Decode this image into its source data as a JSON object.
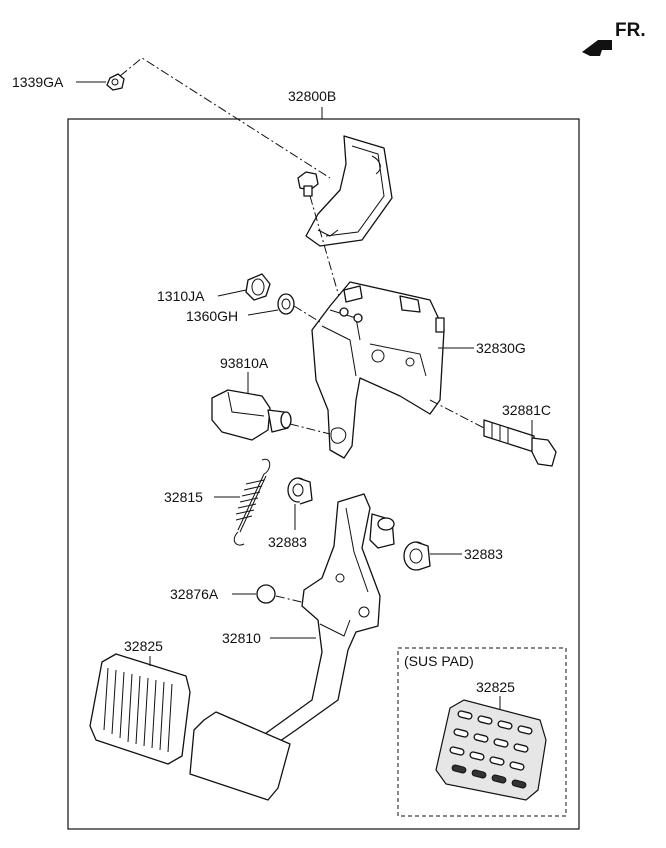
{
  "direction_label": "FR.",
  "assembly_label": "32800B",
  "sub_box_label": "(SUS PAD)",
  "callouts": {
    "nut_1339ga": "1339GA",
    "bushing_1310ja": "1310JA",
    "washer_1360gh": "1360GH",
    "bracket_32830g": "32830G",
    "switch_93810a": "93810A",
    "bolt_32881c": "32881C",
    "spring_32815": "32815",
    "bushing_32883_left": "32883",
    "bushing_32883_right": "32883",
    "stopper_32876a": "32876A",
    "arm_32810": "32810",
    "pad_32825": "32825",
    "pad_32825_sus": "32825"
  },
  "icons": {
    "direction_arrow": "front-direction-arrow-icon"
  }
}
